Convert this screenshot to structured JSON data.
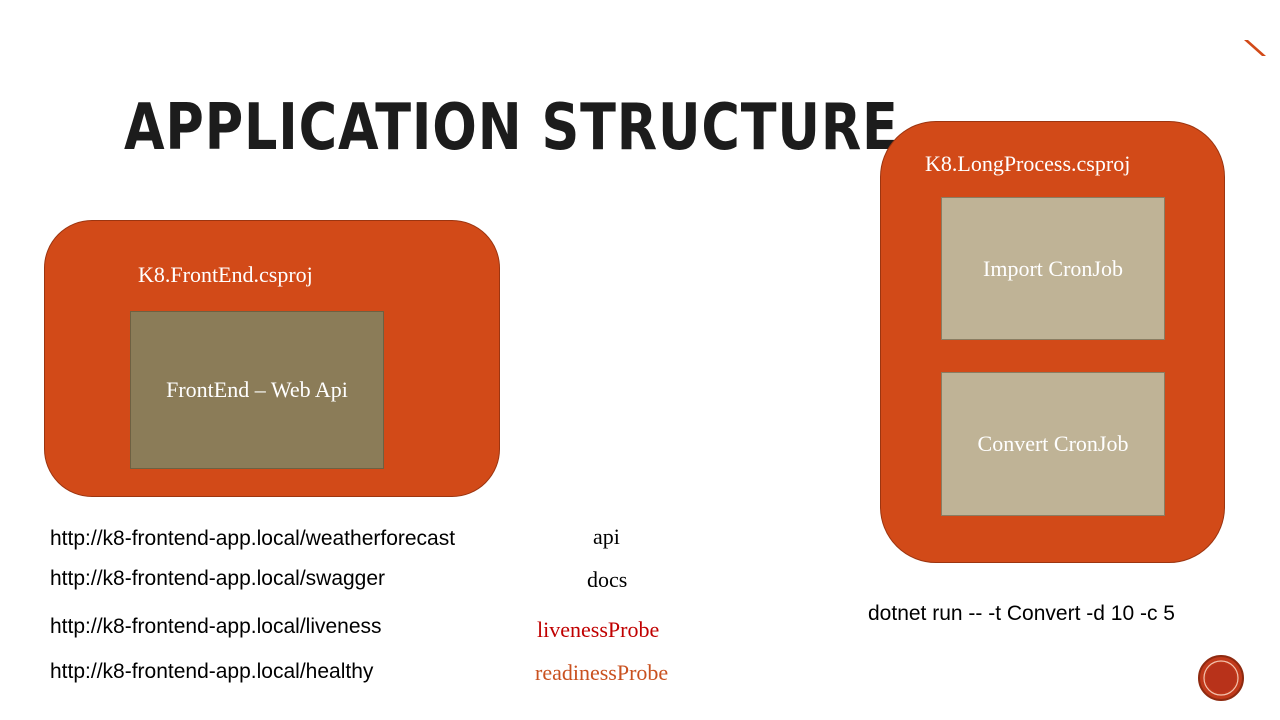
{
  "slide": {
    "title": "Application Structure",
    "colors": {
      "accent": "#d24a18",
      "inner_dark": "#8b7c58",
      "inner_light": "#bfb396",
      "liveness": "#c00000",
      "readiness": "#c9511f"
    }
  },
  "frontend": {
    "project": "K8.FrontEnd.csproj",
    "component": "FrontEnd – Web Api"
  },
  "longprocess": {
    "project": "K8.LongProcess.csproj",
    "jobs": [
      "Import CronJob",
      "Convert CronJob"
    ]
  },
  "endpoints": [
    {
      "url": "http://k8-frontend-app.local/weatherforecast",
      "label": "api"
    },
    {
      "url": "http://k8-frontend-app.local/swagger",
      "label": "docs"
    },
    {
      "url": "http://k8-frontend-app.local/liveness",
      "label": "livenessProbe"
    },
    {
      "url": "http://k8-frontend-app.local/healthy",
      "label": "readinessProbe"
    }
  ],
  "command": "dotnet run  -- -t Convert -d 10 -c 5",
  "icons": {
    "corner": "slide-corner-mark-icon",
    "nav": "nav-circle-icon"
  }
}
